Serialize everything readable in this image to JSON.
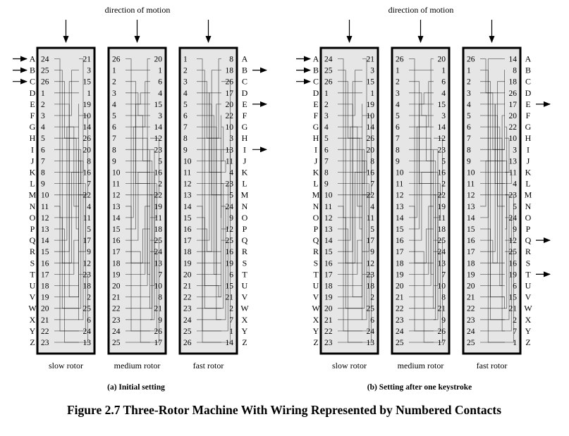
{
  "letters": [
    "A",
    "B",
    "C",
    "D",
    "E",
    "F",
    "G",
    "H",
    "I",
    "J",
    "K",
    "L",
    "M",
    "N",
    "O",
    "P",
    "Q",
    "R",
    "S",
    "T",
    "U",
    "V",
    "W",
    "X",
    "Y",
    "Z"
  ],
  "direction_label": "direction of motion",
  "figure_caption": "Figure 2.7   Three-Rotor Machine With Wiring Represented by Numbered Contacts",
  "panels": [
    {
      "subcaption": "(a) Initial setting",
      "input_arrows": [
        "A",
        "B",
        "C"
      ],
      "output_arrows": [
        "B",
        "E",
        "I"
      ],
      "rotors": [
        {
          "label": "slow rotor",
          "left": [
            24,
            25,
            26,
            1,
            2,
            3,
            4,
            5,
            6,
            7,
            8,
            9,
            10,
            11,
            12,
            13,
            14,
            15,
            16,
            17,
            18,
            19,
            20,
            21,
            22,
            23
          ],
          "right": [
            21,
            3,
            15,
            1,
            19,
            10,
            14,
            26,
            20,
            8,
            16,
            7,
            22,
            4,
            11,
            5,
            17,
            9,
            12,
            23,
            18,
            2,
            25,
            6,
            24,
            13
          ]
        },
        {
          "label": "medium rotor",
          "left": [
            26,
            1,
            2,
            3,
            4,
            5,
            6,
            7,
            8,
            9,
            10,
            11,
            12,
            13,
            14,
            15,
            16,
            17,
            18,
            19,
            20,
            21,
            22,
            23,
            24,
            25
          ],
          "right": [
            20,
            1,
            6,
            4,
            15,
            3,
            14,
            12,
            23,
            5,
            16,
            2,
            22,
            19,
            11,
            18,
            25,
            24,
            13,
            7,
            10,
            8,
            21,
            9,
            26,
            17
          ]
        },
        {
          "label": "fast rotor",
          "left": [
            1,
            2,
            3,
            4,
            5,
            6,
            7,
            8,
            9,
            10,
            11,
            12,
            13,
            14,
            15,
            16,
            17,
            18,
            19,
            20,
            21,
            22,
            23,
            24,
            25,
            26
          ],
          "right": [
            8,
            18,
            26,
            17,
            20,
            22,
            10,
            3,
            13,
            11,
            4,
            23,
            5,
            24,
            9,
            12,
            25,
            16,
            19,
            6,
            15,
            21,
            2,
            7,
            1,
            14
          ]
        }
      ]
    },
    {
      "subcaption": "(b) Setting after one keystroke",
      "input_arrows": [
        "A",
        "B",
        "C"
      ],
      "output_arrows": [
        "E",
        "Q",
        "T"
      ],
      "rotors": [
        {
          "label": "slow rotor",
          "left": [
            24,
            25,
            26,
            1,
            2,
            3,
            4,
            5,
            6,
            7,
            8,
            9,
            10,
            11,
            12,
            13,
            14,
            15,
            16,
            17,
            18,
            19,
            20,
            21,
            22,
            23
          ],
          "right": [
            21,
            3,
            15,
            1,
            19,
            10,
            14,
            26,
            20,
            8,
            16,
            7,
            22,
            4,
            11,
            5,
            17,
            9,
            12,
            23,
            18,
            2,
            25,
            6,
            24,
            13
          ]
        },
        {
          "label": "medium rotor",
          "left": [
            26,
            1,
            2,
            3,
            4,
            5,
            6,
            7,
            8,
            9,
            10,
            11,
            12,
            13,
            14,
            15,
            16,
            17,
            18,
            19,
            20,
            21,
            22,
            23,
            24,
            25
          ],
          "right": [
            20,
            1,
            6,
            4,
            15,
            3,
            14,
            12,
            23,
            5,
            16,
            2,
            22,
            19,
            11,
            18,
            25,
            24,
            13,
            7,
            10,
            8,
            21,
            9,
            26,
            17
          ]
        },
        {
          "label": "fast rotor",
          "left": [
            26,
            1,
            2,
            3,
            4,
            5,
            6,
            7,
            8,
            9,
            10,
            11,
            12,
            13,
            14,
            15,
            16,
            17,
            18,
            19,
            20,
            21,
            22,
            23,
            24,
            25
          ],
          "right": [
            14,
            8,
            18,
            26,
            17,
            20,
            22,
            10,
            3,
            13,
            11,
            4,
            23,
            5,
            24,
            9,
            12,
            25,
            16,
            19,
            6,
            15,
            21,
            2,
            7,
            1
          ]
        }
      ]
    }
  ]
}
